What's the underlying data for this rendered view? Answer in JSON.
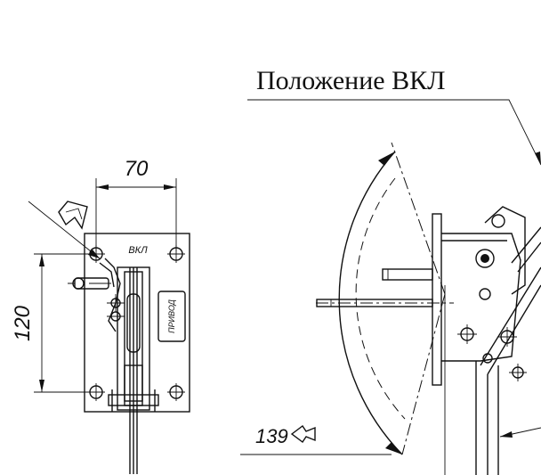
{
  "labels": {
    "position_on": "Положение ВКЛ",
    "dim_width": "70",
    "dim_height": "120",
    "panel_mark": "ВКЛ",
    "plate_text": "ПРИВОД",
    "view_mark": "139"
  },
  "icons": {
    "view_arrow": "view-direction-arrow",
    "rotation_arrow": "rotation-arrow"
  },
  "colors": {
    "ink": "#111111",
    "background": "#ffffff"
  }
}
